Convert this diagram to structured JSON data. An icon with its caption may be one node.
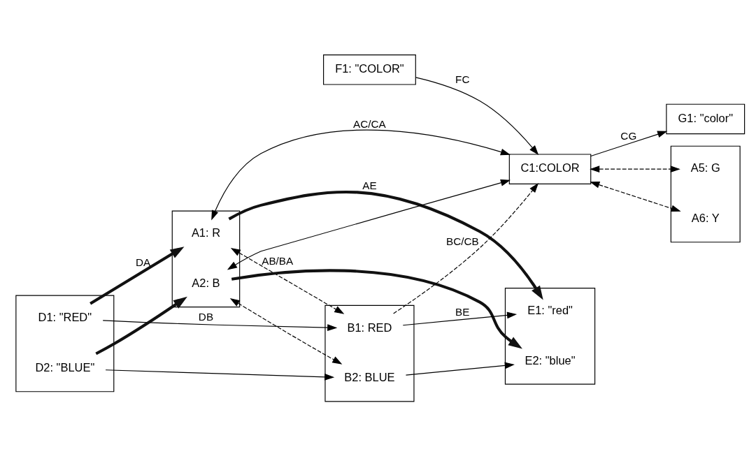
{
  "diagram": {
    "nodes": [
      {
        "text": [
          "F1: \"COLOR\""
        ]
      },
      {
        "text": [
          "G1: \"color\""
        ]
      },
      {
        "text": [
          "C1:COLOR"
        ]
      },
      {
        "text": [],
        "shape": "box"
      },
      {
        "text": [
          "A1: R"
        ],
        "in": 3
      },
      {
        "text": [
          "A2: B"
        ],
        "in": 3
      },
      {
        "text": [],
        "shape": "box"
      },
      {
        "text": [
          "A5: G"
        ],
        "in": 6
      },
      {
        "text": [
          "A6: Y"
        ],
        "in": 6
      },
      {
        "text": [],
        "shape": "box"
      },
      {
        "text": [
          "B1: RED"
        ],
        "in": 9
      },
      {
        "text": [
          "B2: BLUE"
        ],
        "in": 9
      },
      {
        "text": [],
        "shape": "box"
      },
      {
        "text": [
          "D1: \"RED\""
        ],
        "in": 12
      },
      {
        "text": [
          "D2: \"BLUE\""
        ],
        "in": 12
      },
      {
        "text": [],
        "shape": "box"
      },
      {
        "text": [
          "E1: \"red\""
        ],
        "in": 15
      },
      {
        "text": [
          "E2: \"blue\""
        ],
        "in": 15
      }
    ],
    "edges": [
      {
        "from": 0,
        "to": 2,
        "arrow": "to",
        "label": "FC"
      },
      {
        "from": 2,
        "to": 1,
        "arrow": "to",
        "label": "CG"
      },
      {
        "from": 4,
        "to": 2,
        "arrow": "both",
        "label": "AC/CA"
      },
      {
        "from": 5,
        "to": 2,
        "arrow": "both"
      },
      {
        "from": 2,
        "to": 7,
        "arrow": "both",
        "style": "dashed"
      },
      {
        "from": 2,
        "to": 8,
        "arrow": "both",
        "style": "dashed"
      },
      {
        "from": 4,
        "to": 10,
        "arrow": "both",
        "style": "dashed",
        "label": "AB/BA"
      },
      {
        "from": 5,
        "to": 11,
        "arrow": "both",
        "style": "dashed"
      },
      {
        "from": 10,
        "to": 2,
        "arrow": "to",
        "style": "dashed",
        "label": "BC/CB"
      },
      {
        "from": 4,
        "to": 16,
        "arrow": "to",
        "style": "thick",
        "label": "AE"
      },
      {
        "from": 5,
        "to": 17,
        "arrow": "to",
        "style": "thick"
      },
      {
        "from": 13,
        "to": 4,
        "arrow": "to",
        "style": "thick",
        "label": "DA"
      },
      {
        "from": 14,
        "to": 5,
        "arrow": "to",
        "style": "thick"
      },
      {
        "from": 13,
        "to": 10,
        "arrow": "to",
        "label": "DB"
      },
      {
        "from": 14,
        "to": 11,
        "arrow": "to"
      },
      {
        "from": 10,
        "to": 16,
        "arrow": "to",
        "label": "BE"
      },
      {
        "from": 11,
        "to": 17,
        "arrow": "to"
      }
    ]
  }
}
